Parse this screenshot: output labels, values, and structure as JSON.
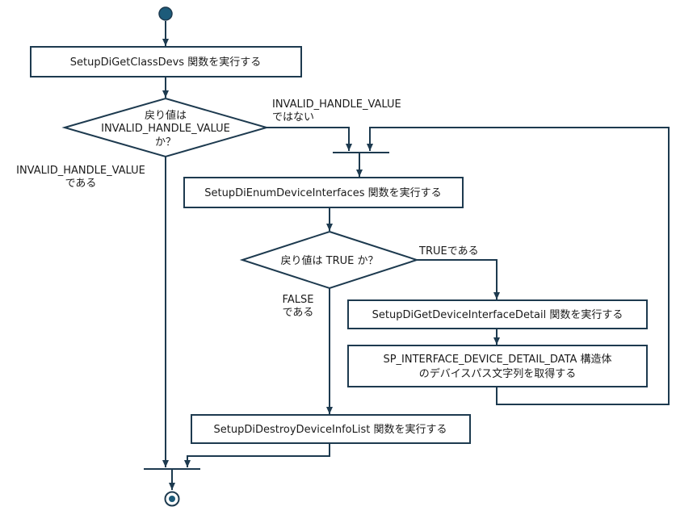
{
  "colors": {
    "stroke": "#1d3a4f",
    "start_node": "#1d5b7a",
    "text": "#1b1b1b",
    "background": "#ffffff"
  },
  "nodes": {
    "get_class_devs": "SetupDiGetClassDevs 関数を実行する",
    "check_handle": [
      "戻り値は",
      "INVALID_HANDLE_VALUE",
      "か？"
    ],
    "enum_interfaces": "SetupDiEnumDeviceInterfaces 関数を実行する",
    "check_true": "戻り値は TRUE か？",
    "get_detail": "SetupDiGetDeviceInterfaceDetail 関数を実行する",
    "get_path": [
      "SP_INTERFACE_DEVICE_DETAIL_DATA 構造体",
      "のデバイスパス文字列を取得する"
    ],
    "destroy_list": "SetupDiDestroyDeviceInfoList 関数を実行する"
  },
  "edge_labels": {
    "not_invalid": [
      "INVALID_HANDLE_VALUE",
      "ではない"
    ],
    "is_invalid": [
      "INVALID_HANDLE_VALUE",
      "である"
    ],
    "is_true": "TRUEである",
    "is_false": [
      "FALSE",
      "である"
    ]
  }
}
